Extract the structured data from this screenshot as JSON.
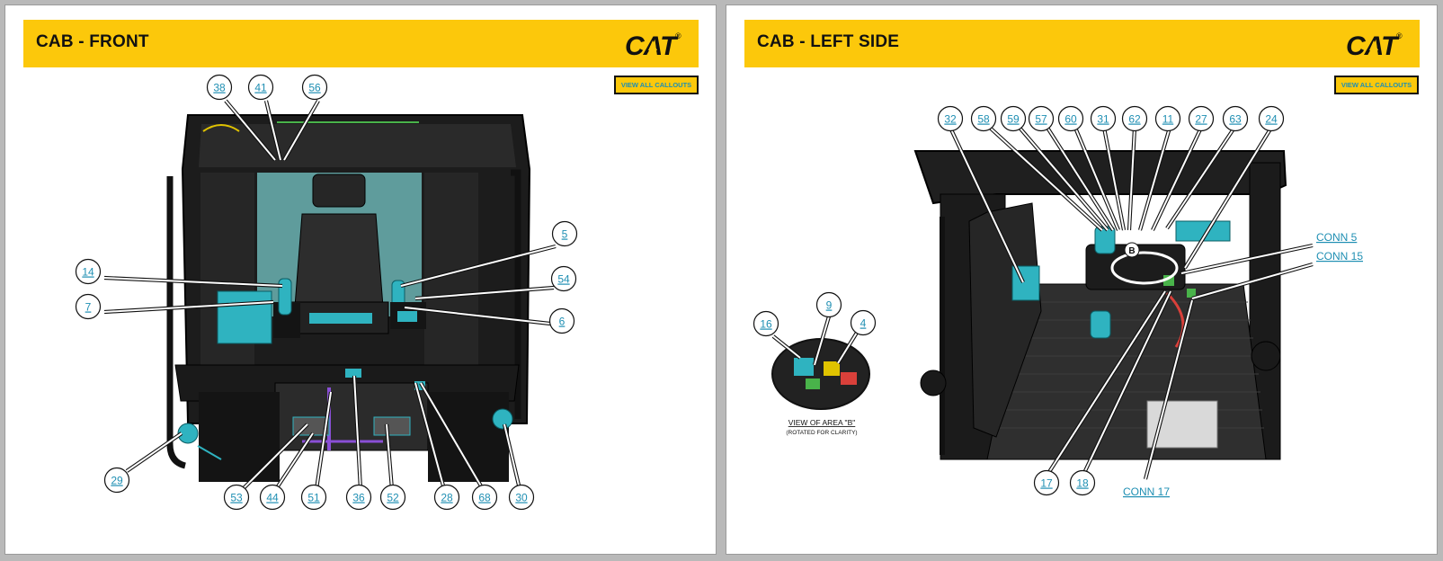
{
  "left": {
    "title": "CAB - FRONT",
    "logo_text": "CAT",
    "logo_mark": "®",
    "button_label": "VIEW ALL CALLOUTS",
    "callouts": [
      "38",
      "41",
      "56",
      "5",
      "14",
      "54",
      "7",
      "6",
      "29",
      "53",
      "44",
      "51",
      "36",
      "52",
      "28",
      "68",
      "30"
    ]
  },
  "right": {
    "title": "CAB - LEFT SIDE",
    "logo_text": "CAT",
    "logo_mark": "®",
    "button_label": "VIEW ALL CALLOUTS",
    "callouts": [
      "32",
      "58",
      "59",
      "57",
      "60",
      "31",
      "62",
      "11",
      "27",
      "63",
      "24",
      "16",
      "9",
      "4",
      "17",
      "18"
    ],
    "area_label": "B",
    "conn_links": [
      "CONN 5",
      "CONN 15",
      "CONN 17"
    ],
    "inset_caption": "VIEW OF AREA \"B\"",
    "inset_subcaption": "(ROTATED FOR CLARITY)"
  },
  "colors": {
    "brand_yellow": "#fcc80b",
    "link_blue": "#1f8fb3",
    "component_teal": "#2fb3c0"
  }
}
